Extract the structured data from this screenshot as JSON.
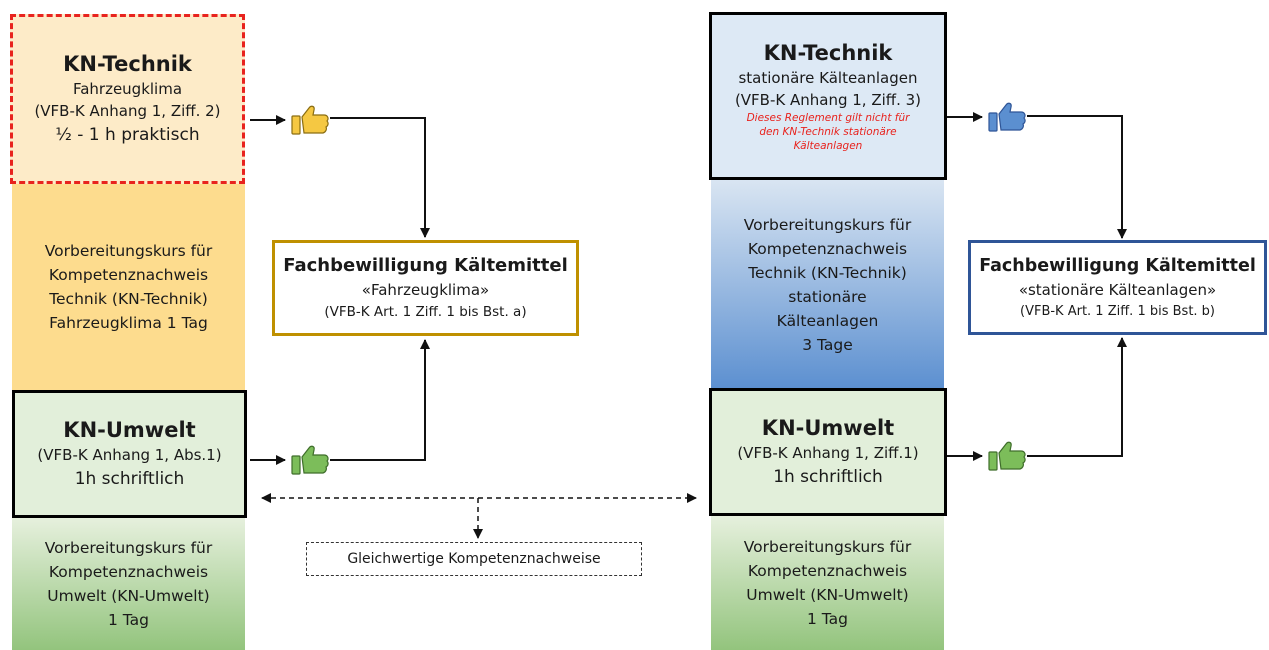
{
  "left": {
    "technik": {
      "title": "KN-Technik",
      "subtitle": "Fahrzeugklima",
      "reference": "(VFB-K Anhang 1, Ziff. 2)",
      "duration": "½ - 1 h praktisch"
    },
    "technik_course": [
      "Vorbereitungskurs für",
      "Kompetenznachweis",
      "Technik (KN-Technik)",
      "Fahrzeugklima 1 Tag"
    ],
    "umwelt": {
      "title": "KN-Umwelt",
      "reference": "(VFB-K Anhang 1, Abs.1)",
      "duration": "1h schriftlich"
    },
    "umwelt_course": [
      "Vorbereitungskurs für",
      "Kompetenznachweis",
      "Umwelt (KN-Umwelt)",
      "1 Tag"
    ],
    "permit": {
      "title": "Fachbewilligung Kältemittel",
      "subtitle": "«Fahrzeugklima»",
      "reference": "(VFB-K Art. 1 Ziff. 1 bis Bst. a)"
    }
  },
  "right": {
    "technik": {
      "title": "KN-Technik",
      "subtitle": "stationäre Kälteanlagen",
      "reference": "(VFB-K Anhang 1, Ziff. 3)",
      "note": [
        "Dieses Reglement gilt nicht für",
        "den KN-Technik stationäre",
        "Kälteanlagen"
      ]
    },
    "technik_course": [
      "Vorbereitungskurs für",
      "Kompetenznachweis",
      "Technik (KN-Technik)",
      "stationäre",
      "Kälteanlagen",
      "3 Tage"
    ],
    "umwelt": {
      "title": "KN-Umwelt",
      "reference": "(VFB-K Anhang 1, Ziff.1)",
      "duration": "1h schriftlich"
    },
    "umwelt_course": [
      "Vorbereitungskurs für",
      "Kompetenznachweis",
      "Umwelt (KN-Umwelt)",
      "1 Tag"
    ],
    "permit": {
      "title": "Fachbewilligung Kältemittel",
      "subtitle": "«stationäre Kälteanlagen»",
      "reference": "(VFB-K Art. 1 Ziff. 1 bis Bst. b)"
    }
  },
  "equivalence_label": "Gleichwertige Kompetenznachweise",
  "icons": [
    "thumbs-up-icon"
  ],
  "colors": {
    "left_technik_bg": "#fdebc8",
    "left_technik_border": "#e8231e",
    "left_course_bg": "#fddc8e",
    "umwelt_bg": "#e2efda",
    "umwelt_course_top": "#e6f0dd",
    "umwelt_course_bottom": "#93c47d",
    "right_technik_bg": "#dde9f5",
    "right_course_top": "#d9e5f2",
    "right_course_bottom": "#5b8fd0",
    "left_permit_border": "#bf9000",
    "right_permit_border": "#2f5597",
    "thumb_yellow": "#f5c842",
    "thumb_blue": "#5b8fd0",
    "thumb_green": "#7cbd5a"
  }
}
